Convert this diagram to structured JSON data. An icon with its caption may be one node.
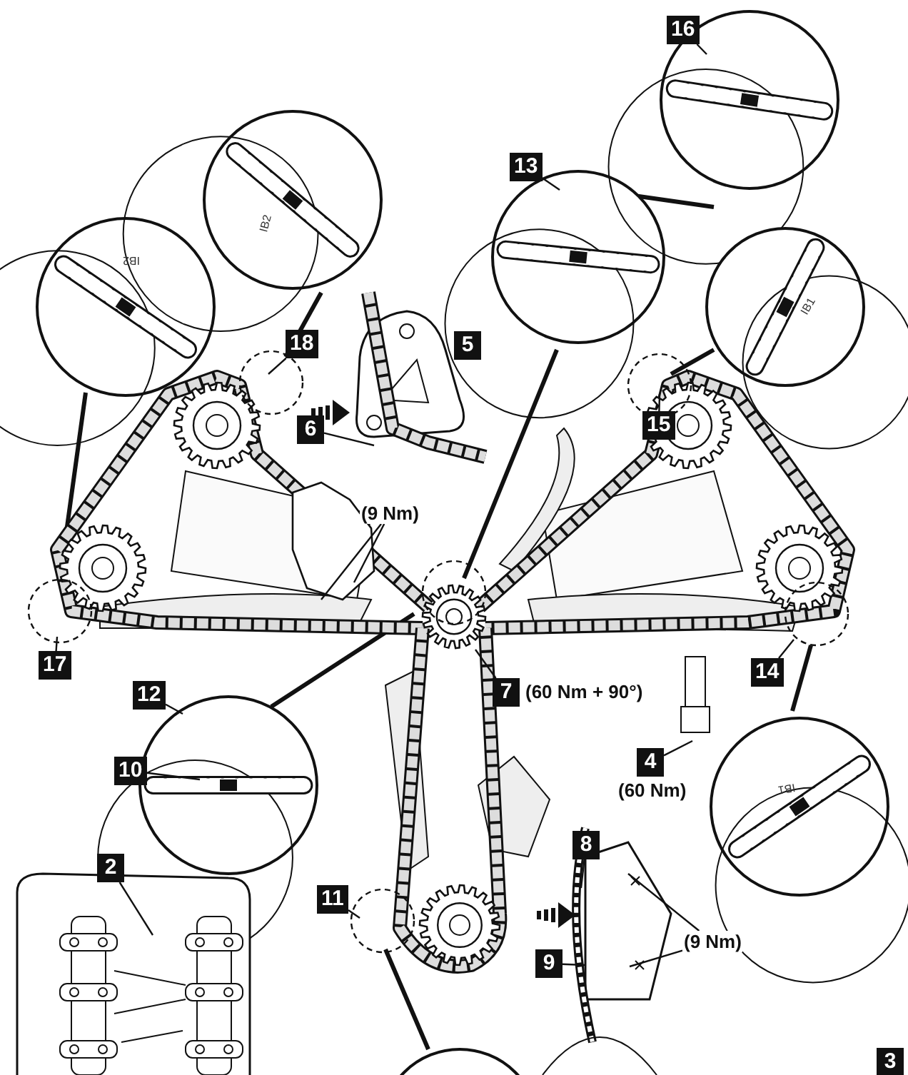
{
  "diagram": {
    "nodes": [
      {
        "text": [
          "16"
        ]
      },
      {
        "text": [
          "13"
        ]
      },
      {
        "text": [
          "18"
        ]
      },
      {
        "text": [
          "15"
        ]
      },
      {
        "text": [
          "6"
        ]
      },
      {
        "text": [
          "(9 Nm)"
        ]
      },
      {
        "text": [
          "17"
        ]
      },
      {
        "text": [
          "14"
        ]
      },
      {
        "text": [
          "7"
        ],
        "beside": [
          "(60 Nm + 90°)"
        ]
      },
      {
        "text": [
          "12"
        ]
      },
      {
        "text": [
          "4"
        ],
        "beside": [
          "(60 Nm)"
        ]
      },
      {
        "text": [
          "10"
        ]
      },
      {
        "text": [
          "8"
        ]
      },
      {
        "text": [
          "2"
        ]
      },
      {
        "text": [
          "11"
        ]
      },
      {
        "text": [
          "(9 Nm)"
        ]
      },
      {
        "text": [
          "9"
        ]
      },
      {
        "text": [
          "5"
        ]
      },
      {
        "text": [
          "3"
        ]
      }
    ],
    "edges": [
      {
        "from": 0,
        "to": null,
        "arrow": "none"
      },
      {
        "from": 1,
        "to": null,
        "arrow": "none"
      },
      {
        "from": 2,
        "to": null,
        "arrow": "none"
      },
      {
        "from": 3,
        "to": null,
        "arrow": "none"
      },
      {
        "from": 4,
        "to": null,
        "arrow": "none"
      },
      {
        "from": 5,
        "to": null,
        "arrow": "none"
      },
      {
        "from": 5,
        "to": null,
        "arrow": "none"
      },
      {
        "from": 6,
        "to": null,
        "arrow": "none"
      },
      {
        "from": 7,
        "to": null,
        "arrow": "none"
      },
      {
        "from": 8,
        "to": null,
        "arrow": "none"
      },
      {
        "from": 9,
        "to": null,
        "arrow": "none"
      },
      {
        "from": 10,
        "to": null,
        "arrow": "none"
      },
      {
        "from": 11,
        "to": null,
        "arrow": "none"
      },
      {
        "from": 12,
        "to": null,
        "arrow": "none"
      },
      {
        "from": 13,
        "to": null,
        "arrow": "none"
      },
      {
        "from": 14,
        "to": null,
        "arrow": "none"
      },
      {
        "from": 15,
        "to": null,
        "arrow": "none"
      },
      {
        "from": 15,
        "to": null,
        "arrow": "none"
      },
      {
        "from": 16,
        "to": null,
        "arrow": "none"
      }
    ],
    "labels": [
      "IB2",
      "IB2",
      "IB1",
      "IB1"
    ]
  }
}
